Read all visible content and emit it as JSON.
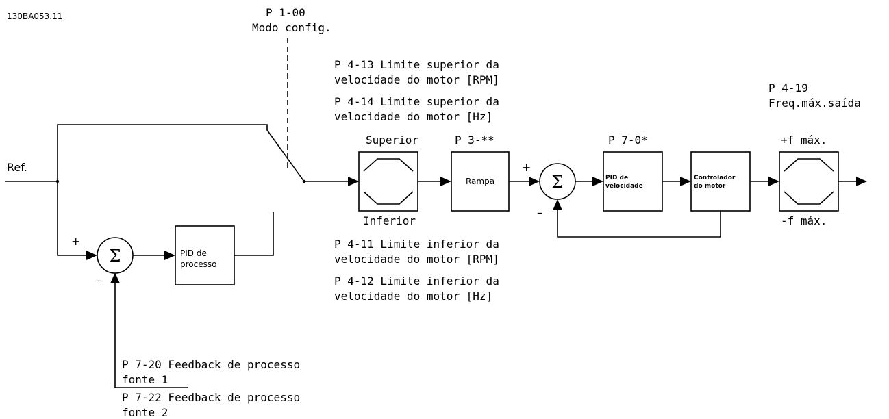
{
  "doc_code": "130BA053.11",
  "config_mode": {
    "param": "P 1-00",
    "label": "Modo config."
  },
  "ref_label": "Ref.",
  "upper_limits": {
    "rpm_l1": "P 4-13 Limite superior da",
    "rpm_l2": "velocidade do motor [RPM]",
    "hz_l1": "P 4-14 Limite superior da",
    "hz_l2": "velocidade do motor [Hz]"
  },
  "lower_limits": {
    "rpm_l1": "P 4-11 Limite inferior da",
    "rpm_l2": "velocidade do motor [RPM]",
    "hz_l1": "P 4-12 Limite inferior da",
    "hz_l2": "velocidade do motor [Hz]"
  },
  "limiter": {
    "top": "Superior",
    "bottom": "Inferior"
  },
  "ramp": {
    "param": "P 3-**",
    "label": "Rampa"
  },
  "speed_pid": {
    "param": "P 7-0*",
    "label_l1": "PID de",
    "label_l2": "velocidade"
  },
  "motor_ctrl": {
    "label_l1": "Controlador",
    "label_l2": "do motor"
  },
  "max_freq": {
    "param": "P 4-19",
    "label": "Freq.máx.saída",
    "plus": "+f máx.",
    "minus": "-f máx."
  },
  "process_pid": {
    "label_l1": "PID de",
    "label_l2": "processo"
  },
  "feedback": {
    "f1_l1": "P 7-20 Feedback de processo",
    "f1_l2": "fonte 1",
    "f2_l1": "P 7-22 Feedback de processo",
    "f2_l2": "fonte 2"
  },
  "signs": {
    "plus": "+",
    "minus": "–",
    "sigma": "Σ"
  }
}
